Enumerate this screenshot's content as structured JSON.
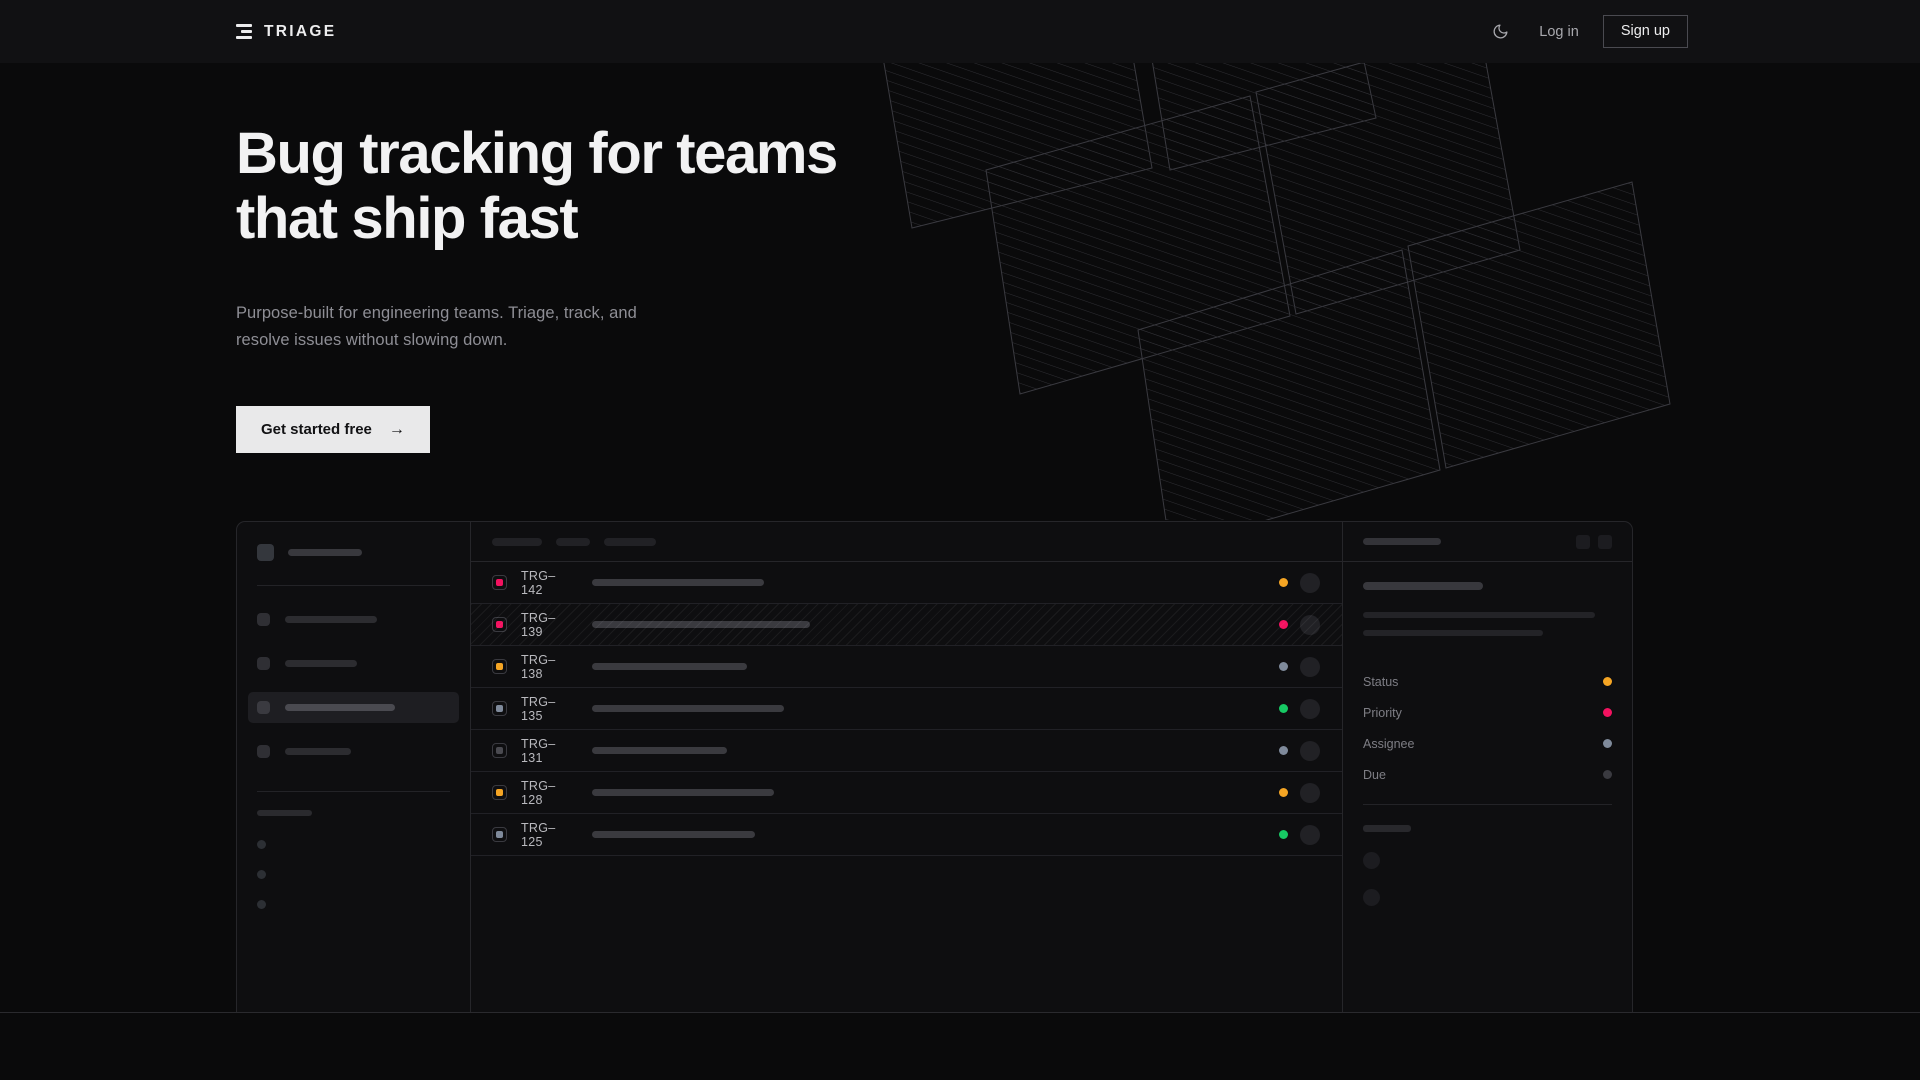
{
  "header": {
    "brand": "TRIAGE",
    "brand_icon": "stacked-bars-logo",
    "theme_toggle_icon": "moon-icon",
    "login_label": "Log in",
    "signup_label": "Sign up"
  },
  "hero": {
    "heading": "Bug tracking for teams\nthat ship fast",
    "subheading": "Purpose-built for engineering teams. Triage, track, and\nresolve issues without slowing down.",
    "cta_label": "Get started free",
    "cta_arrow": "→"
  },
  "colors": {
    "page_background": "#0a0a0b",
    "header_background": "#111113",
    "heading_text": "#f2f2f3",
    "muted_text": "#8e8e95",
    "cta_background": "#e9e9ea",
    "cta_text": "#121214",
    "panel_border": "#26262a",
    "status_orange": "#f5a524",
    "status_pink": "#f31260",
    "status_green": "#17c964",
    "status_slate": "#7f8a9b",
    "status_gray": "#4a4a50"
  },
  "mockup": {
    "sidebar": {
      "workspace_icon": "workspace-square-icon",
      "nav_item_count": 4,
      "active_nav_index": 2,
      "mini_item_count": 3
    },
    "toolbar": {
      "placeholder_widths": [
        50,
        34,
        52
      ]
    },
    "tickets": [
      {
        "id": "TRG–142",
        "type_color": "#f31260",
        "status_color": "#f5a524",
        "title_width": 172,
        "selected": false
      },
      {
        "id": "TRG–139",
        "type_color": "#f31260",
        "status_color": "#f31260",
        "title_width": 218,
        "selected": true
      },
      {
        "id": "TRG–138",
        "type_color": "#f5a524",
        "status_color": "#7f8a9b",
        "title_width": 155,
        "selected": false
      },
      {
        "id": "TRG–135",
        "type_color": "#7f8a9b",
        "status_color": "#17c964",
        "title_width": 192,
        "selected": false
      },
      {
        "id": "TRG–131",
        "type_color": "#4a4a50",
        "status_color": "#7f8a9b",
        "title_width": 135,
        "selected": false
      },
      {
        "id": "TRG–128",
        "type_color": "#f5a524",
        "status_color": "#f5a524",
        "title_width": 182,
        "selected": false
      },
      {
        "id": "TRG–125",
        "type_color": "#7f8a9b",
        "status_color": "#17c964",
        "title_width": 163,
        "selected": false
      }
    ],
    "detail": {
      "action_button_count": 2,
      "body_line_widths": [
        120,
        232,
        180
      ],
      "meta": [
        {
          "label": "Status",
          "color": "#f5a524"
        },
        {
          "label": "Priority",
          "color": "#f31260"
        },
        {
          "label": "Assignee",
          "color": "#7f8a9b"
        },
        {
          "label": "Due",
          "color": "#3a3a40"
        }
      ],
      "footer_avatar_count": 2
    }
  }
}
